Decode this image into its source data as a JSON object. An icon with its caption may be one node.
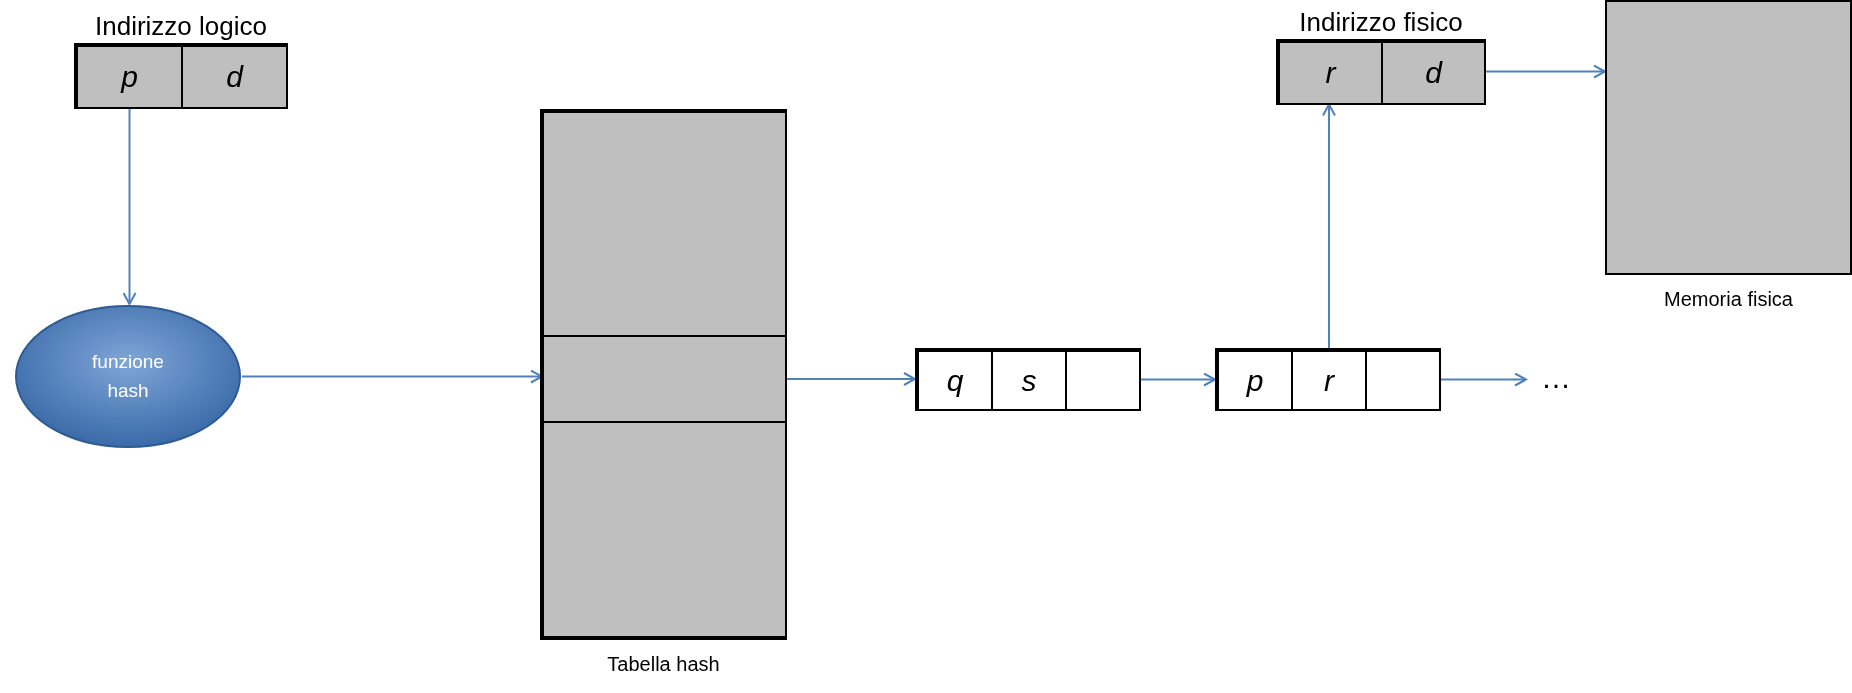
{
  "diagram": {
    "nodes": [
      {
        "text": [
          "Indirizzo logico"
        ]
      },
      {
        "text": [
          "p"
        ],
        "in": 0
      },
      {
        "text": [
          "d"
        ],
        "in": 0
      },
      {
        "text": [
          "funzione hash"
        ]
      },
      {
        "text": [
          "Tabella hash"
        ]
      },
      {
        "text": [],
        "shape": "box",
        "in": 4
      },
      {
        "text": [],
        "shape": "box",
        "in": 4
      },
      {
        "text": [],
        "shape": "box",
        "in": 4
      },
      {
        "text": [],
        "shape": "box"
      },
      {
        "text": [
          "q"
        ],
        "in": 8
      },
      {
        "text": [
          "s"
        ],
        "in": 8
      },
      {
        "text": [],
        "shape": "box",
        "in": 8
      },
      {
        "text": [],
        "shape": "box"
      },
      {
        "text": [
          "p"
        ],
        "in": 12
      },
      {
        "text": [
          "r"
        ],
        "in": 12
      },
      {
        "text": [],
        "shape": "box",
        "in": 12
      },
      {
        "text": [
          "…"
        ]
      },
      {
        "text": [
          "Indirizzo fisico"
        ]
      },
      {
        "text": [
          "r"
        ],
        "in": 17
      },
      {
        "text": [
          "d"
        ],
        "in": 17
      },
      {
        "text": [
          "Memoria fisica"
        ]
      }
    ],
    "edges": [
      {
        "from": 1,
        "to": 3,
        "arrow": "to"
      },
      {
        "from": 3,
        "to": 6,
        "arrow": "to"
      },
      {
        "from": 6,
        "to": 8,
        "arrow": "to"
      },
      {
        "from": 8,
        "to": 12,
        "arrow": "to"
      },
      {
        "from": 12,
        "to": 16,
        "arrow": "to"
      },
      {
        "from": 14,
        "to": 17,
        "arrow": "to"
      },
      {
        "from": 17,
        "to": 20,
        "arrow": "to"
      }
    ]
  }
}
